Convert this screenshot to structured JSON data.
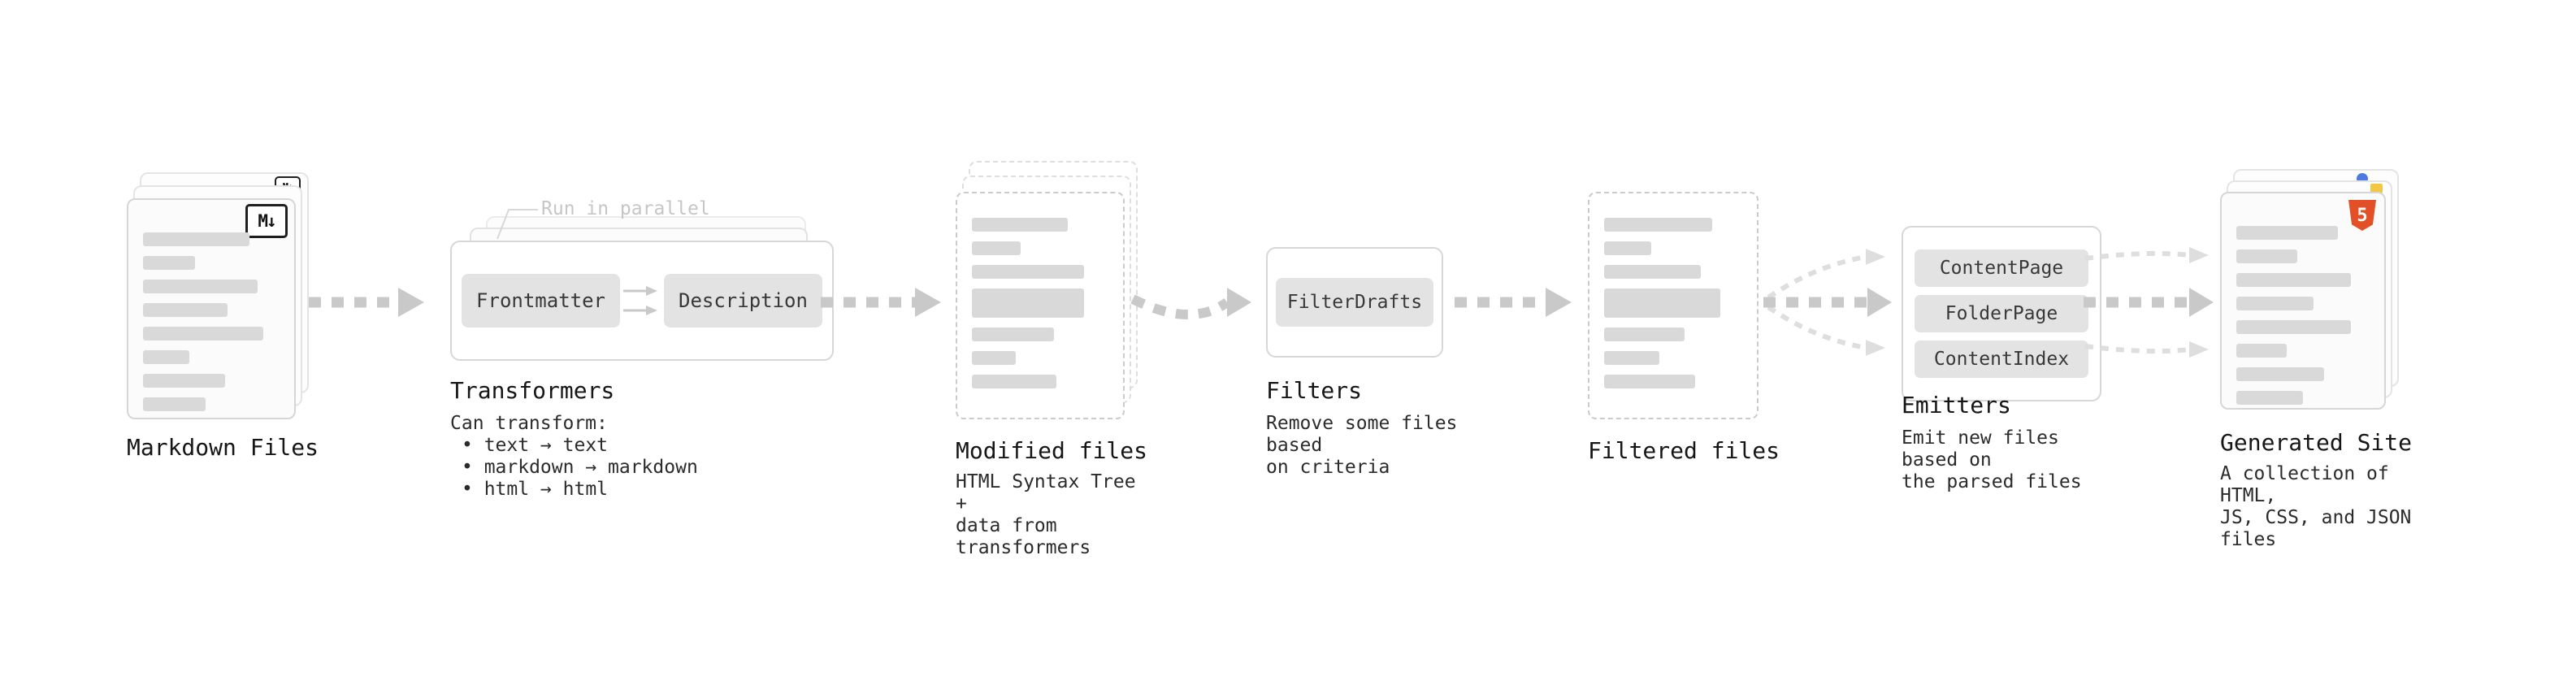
{
  "diagram": {
    "markdown_files": {
      "label": "Markdown Files",
      "badge": "M↓"
    },
    "transformers": {
      "label": "Transformers",
      "annotation": "Run in parallel",
      "buttons": [
        "Frontmatter",
        "Description"
      ],
      "desc_title": "Can transform:",
      "bullets": [
        "• text → text",
        "• markdown → markdown",
        "• html → html"
      ]
    },
    "modified_files": {
      "label": "Modified files",
      "description": "HTML Syntax Tree +\ndata from transformers"
    },
    "filters": {
      "label": "Filters",
      "button": "FilterDrafts",
      "description": "Remove some files based\non criteria"
    },
    "filtered_files": {
      "label": "Filtered files"
    },
    "emitters": {
      "label": "Emitters",
      "buttons": [
        "ContentPage",
        "FolderPage",
        "ContentIndex"
      ],
      "description": "Emit new files based on\nthe parsed files"
    },
    "generated_site": {
      "label": "Generated Site",
      "badge": "5",
      "description": "A collection of HTML,\nJS, CSS, and JSON files"
    },
    "colors": {
      "arrow": "#c9c9c9",
      "arrow_light": "#dedede",
      "bar": "#d9d9d9",
      "button_bg": "#e3e3e3",
      "html5_orange": "#e34f26",
      "annotation_gray": "#c6c6c6"
    }
  }
}
